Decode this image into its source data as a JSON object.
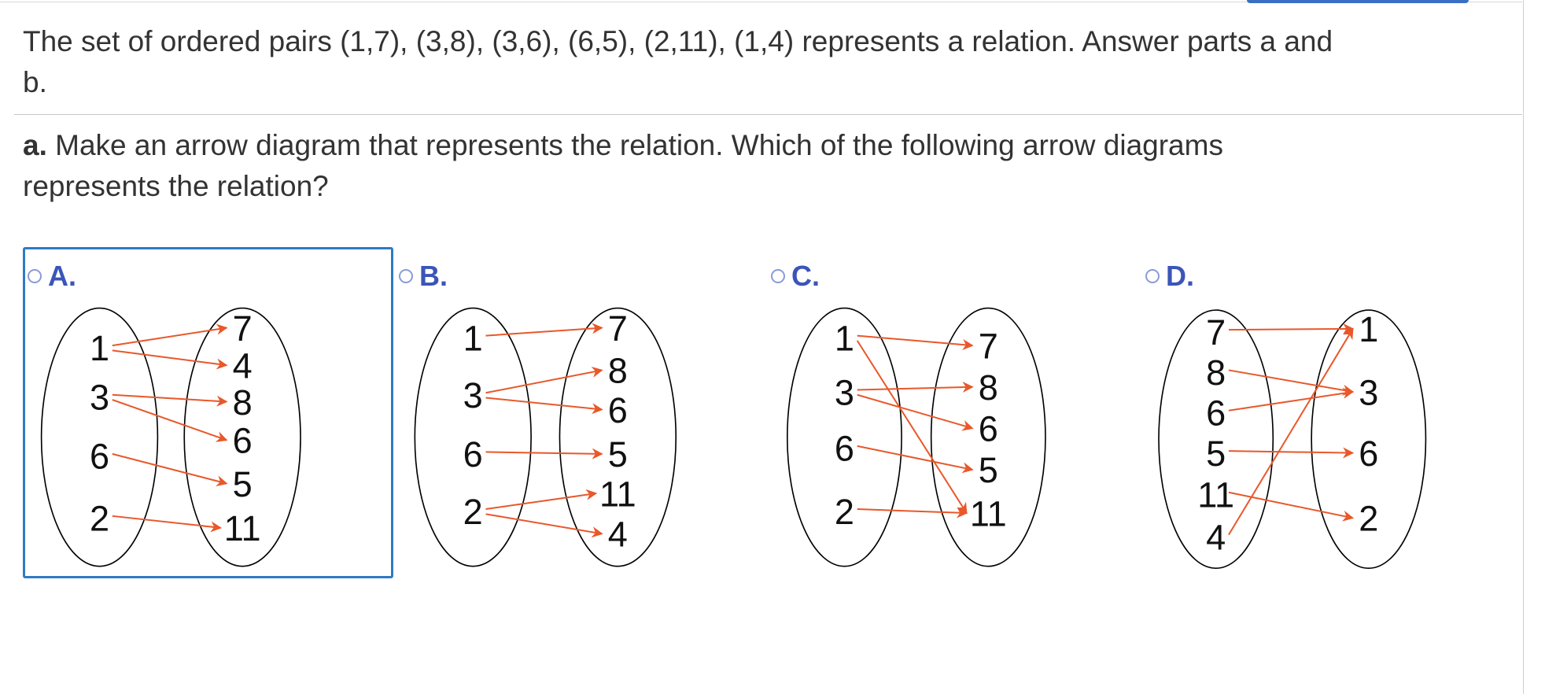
{
  "question": {
    "line1": "The set of ordered pairs (1,7), (3,8), (3,6), (6,5), (2,11), (1,4) represents a relation. Answer parts a and",
    "line2": "b."
  },
  "part_a": {
    "label": "a.",
    "line1": " Make an arrow diagram that represents the relation. Which of the following arrow diagrams",
    "line2": "represents the relation?"
  },
  "accent_color": "#e8582a",
  "options": [
    {
      "label": "A.",
      "selected": true,
      "domain": [
        "1",
        "3",
        "6",
        "2"
      ],
      "range": [
        "7",
        "4",
        "8",
        "6",
        "5",
        "11"
      ],
      "arrows": [
        [
          "1",
          "7"
        ],
        [
          "1",
          "4"
        ],
        [
          "3",
          "8"
        ],
        [
          "3",
          "6"
        ],
        [
          "6",
          "5"
        ],
        [
          "2",
          "11"
        ]
      ]
    },
    {
      "label": "B.",
      "selected": false,
      "domain": [
        "1",
        "3",
        "6",
        "2"
      ],
      "range": [
        "7",
        "8",
        "6",
        "5",
        "11",
        "4"
      ],
      "arrows": [
        [
          "1",
          "7"
        ],
        [
          "3",
          "8"
        ],
        [
          "3",
          "6"
        ],
        [
          "6",
          "5"
        ],
        [
          "2",
          "11"
        ],
        [
          "2",
          "4"
        ]
      ]
    },
    {
      "label": "C.",
      "selected": false,
      "domain": [
        "1",
        "3",
        "6",
        "2"
      ],
      "range": [
        "7",
        "8",
        "6",
        "5",
        "11"
      ],
      "arrows": [
        [
          "1",
          "7"
        ],
        [
          "1",
          "11"
        ],
        [
          "3",
          "8"
        ],
        [
          "3",
          "6"
        ],
        [
          "6",
          "5"
        ],
        [
          "2",
          "11"
        ]
      ]
    },
    {
      "label": "D.",
      "selected": false,
      "domain": [
        "7",
        "8",
        "6",
        "5",
        "11",
        "4"
      ],
      "range": [
        "1",
        "3",
        "6",
        "2"
      ],
      "arrows": [
        [
          "7",
          "1"
        ],
        [
          "8",
          "3"
        ],
        [
          "6",
          "3"
        ],
        [
          "5",
          "6"
        ],
        [
          "11",
          "2"
        ],
        [
          "4",
          "1"
        ]
      ]
    }
  ]
}
